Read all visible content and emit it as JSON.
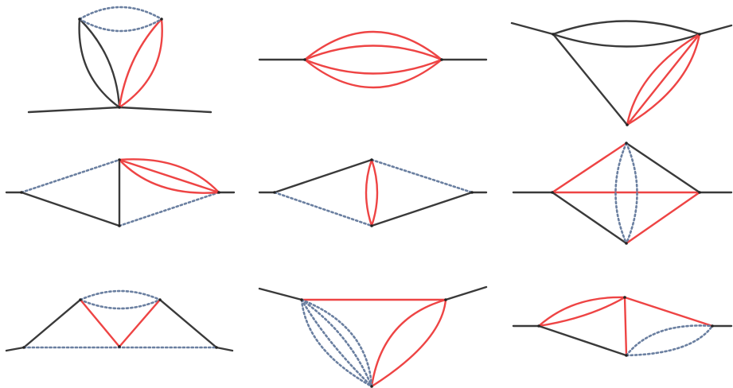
{
  "colors": {
    "massless": "#3a3a3a",
    "massive": "#ee4444",
    "auxiliary": "#6a7fa0"
  },
  "diagrams": [
    {
      "id": "vacuum-3loop-tadpole"
    },
    {
      "id": "sunrise-4-massive"
    },
    {
      "id": "triangle-with-massive-bubble"
    },
    {
      "id": "kite-massive-sunset"
    },
    {
      "id": "kite-central-massive-bubble"
    },
    {
      "id": "diamond-crossed-massive"
    },
    {
      "id": "trapezoid-massive-v"
    },
    {
      "id": "triangle-dotted-sunset"
    },
    {
      "id": "triangle-mixed-bubbles"
    }
  ]
}
